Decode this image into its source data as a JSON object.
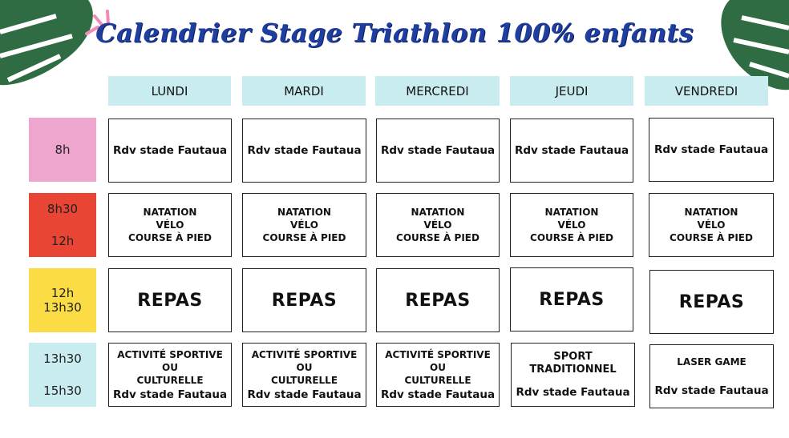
{
  "title": "Calendrier Stage Triathlon 100% enfants",
  "colors": {
    "title": "#1f3fa0",
    "day_header": "#c8ecef",
    "slot1": "#eea6cf",
    "slot2": "#e84535",
    "slot3": "#fbdc45",
    "slot4": "#c8ecef",
    "leaf": "#2f6b43"
  },
  "days": [
    "LUNDI",
    "MARDI",
    "MERCREDI",
    "JEUDI",
    "VENDREDI"
  ],
  "times": [
    {
      "a": "8h",
      "b": ""
    },
    {
      "a": "8h30",
      "b": "12h"
    },
    {
      "a": "12h",
      "b": "13h30"
    },
    {
      "a": "13h30",
      "b": "15h30"
    }
  ],
  "rows": {
    "r1": [
      "Rdv stade Fautaua",
      "Rdv stade Fautaua",
      "Rdv stade Fautaua",
      "Rdv stade Fautaua",
      "Rdv stade Fautaua"
    ],
    "r2": {
      "l1": "NATATION",
      "l2": "VÉLO",
      "l3": "COURSE À PIED"
    },
    "r3": "REPAS",
    "r4": [
      {
        "l1": "ACTIVITÉ SPORTIVE",
        "l2": "OU",
        "l3": "CULTURELLE",
        "l4": "Rdv stade Fautaua"
      },
      {
        "l1": "ACTIVITÉ SPORTIVE",
        "l2": "OU",
        "l3": "CULTURELLE",
        "l4": "Rdv stade Fautaua"
      },
      {
        "l1": "ACTIVITÉ SPORTIVE",
        "l2": "OU",
        "l3": "CULTURELLE",
        "l4": "Rdv stade Fautaua"
      },
      {
        "l1": "SPORT",
        "l2": "TRADITIONNEL",
        "l3": "",
        "l4": "Rdv stade Fautaua"
      },
      {
        "l1": "LASER GAME",
        "l2": "",
        "l3": "",
        "l4": "Rdv stade Fautaua"
      }
    ]
  }
}
